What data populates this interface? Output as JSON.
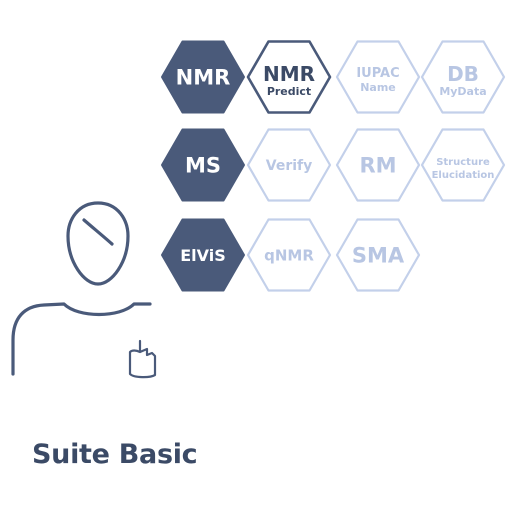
{
  "colors": {
    "navy": "#4a5a7a",
    "navy_text": "#3b4a66",
    "outline": "#c3d0ea",
    "faded_text": "#b8c6e3",
    "white": "#ffffff"
  },
  "modules": [
    {
      "id": "nmr",
      "line1": "NMR",
      "line2": "",
      "style": "filled"
    },
    {
      "id": "nmr-predict",
      "line1": "NMR",
      "line2": "Predict",
      "style": "outlined-dark"
    },
    {
      "id": "iupac-name",
      "line1": "IUPAC",
      "line2": "Name",
      "style": "faded"
    },
    {
      "id": "db-mydata",
      "line1": "DB",
      "line2": "MyData",
      "style": "faded"
    },
    {
      "id": "ms",
      "line1": "MS",
      "line2": "",
      "style": "filled"
    },
    {
      "id": "verify",
      "line1": "Verify",
      "line2": "",
      "style": "faded"
    },
    {
      "id": "rm",
      "line1": "RM",
      "line2": "",
      "style": "faded"
    },
    {
      "id": "structure-elucidation",
      "line1": "Structure",
      "line2": "Elucidation",
      "style": "faded"
    },
    {
      "id": "elvis",
      "line1": "ElViS",
      "line2": "",
      "style": "filled"
    },
    {
      "id": "qnmr",
      "line1": "qNMR",
      "line2": "",
      "style": "faded"
    },
    {
      "id": "sma",
      "line1": "SMA",
      "line2": "",
      "style": "faded"
    }
  ],
  "suite": {
    "title": "Suite Basic"
  }
}
